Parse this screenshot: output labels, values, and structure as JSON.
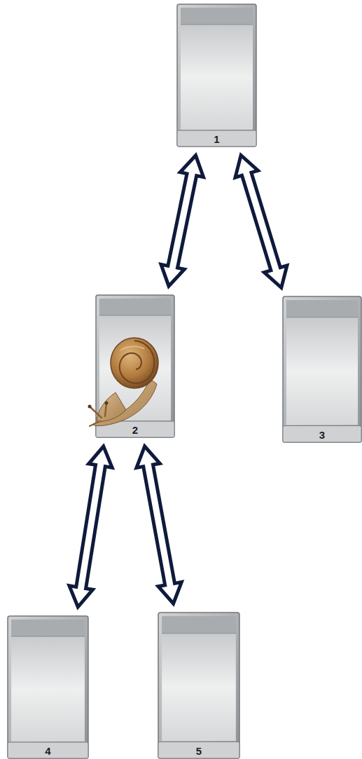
{
  "diagram": {
    "nodes": [
      {
        "text": [
          "1"
        ]
      },
      {
        "text": [
          "2"
        ]
      },
      {
        "text": [
          "3"
        ]
      },
      {
        "text": [
          "4"
        ]
      },
      {
        "text": [
          "5"
        ]
      }
    ],
    "edges": [
      {
        "from": 0,
        "to": 1,
        "arrow": "both"
      },
      {
        "from": 0,
        "to": 2,
        "arrow": "both"
      },
      {
        "from": 1,
        "to": 3,
        "arrow": "both"
      },
      {
        "from": 1,
        "to": 4,
        "arrow": "both"
      }
    ]
  }
}
